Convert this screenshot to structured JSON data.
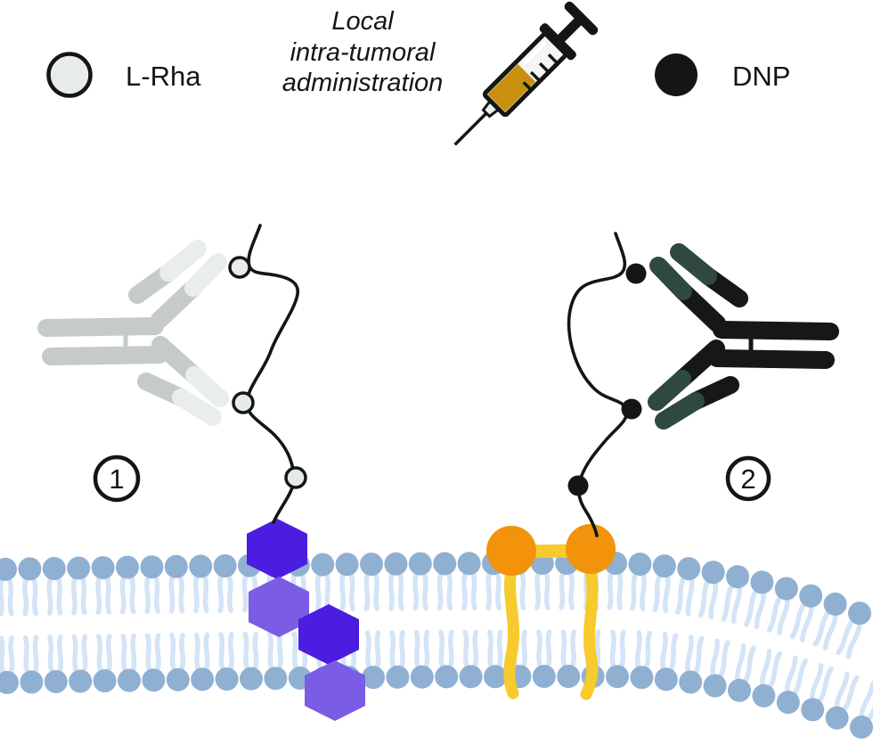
{
  "legend": {
    "lrha": {
      "label": "L-Rha",
      "marker": "open-circle"
    },
    "dnp": {
      "label": "DNP",
      "marker": "filled-circle"
    }
  },
  "administration": {
    "lines": [
      "Local",
      "intra-tumoral",
      "administration"
    ]
  },
  "steps": {
    "one": "1",
    "two": "2"
  },
  "icons": {
    "syringe": "syringe-icon",
    "lrha_marker": "open-circle-icon",
    "dnp_marker": "filled-circle-icon"
  },
  "membrane": {
    "lipid_count": 36,
    "spacing": 27.4,
    "head_radius": 13,
    "leaflet_gap": 127,
    "tail_length": 50
  },
  "colors": {
    "ink": "#131614",
    "membrane-head": "#90b0d2",
    "membrane-tail": "#d3e4f6",
    "hex-dark": "#4a1de0",
    "hex-light": "#7b5ce5",
    "anchor-orange": "#f2930b",
    "anchor-yellow": "#f7ca2d",
    "ab1-body": "#c5cbca",
    "ab1-tip": "#e9edec",
    "ab2-body": "#151817",
    "ab2-tip": "#2f4840",
    "chain": "#131614",
    "bead-fill": "#e7ebe7",
    "dot-fill": "#131614",
    "syringe-liquid": "#c9900e",
    "legend-lrha-fill": "#e8ece8",
    "legend-dnp-fill": "#131614"
  }
}
